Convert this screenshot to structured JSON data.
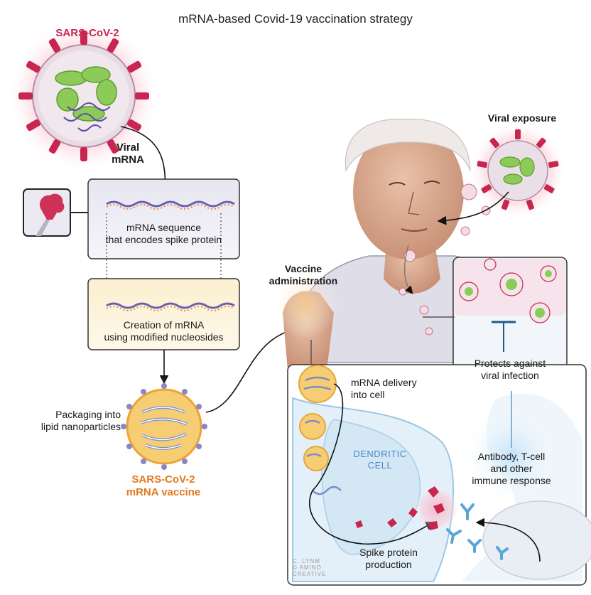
{
  "title": "mRNA-based Covid-19 vaccination strategy",
  "labels": {
    "sars_cov2": "SARS-CoV-2",
    "viral_mrna": "Viral\nmRNA",
    "mrna_sequence": "mRNA sequence\nthat encodes spike protein",
    "creation_mrna": "Creation of mRNA\nusing modified nucleosides",
    "packaging": "Packaging into\nlipid nanoparticles",
    "vaccine_name": "SARS-CoV-2\nmRNA vaccine",
    "viral_exposure": "Viral exposure",
    "vaccine_administration": "Vaccine\nadministration",
    "protects": "Protects against\nviral infection",
    "mrna_delivery": "mRNA delivery\ninto cell",
    "dendritic_cell": "DENDRITIC\nCELL",
    "immune_response": "Antibody, T-cell\nand other\nimmune response",
    "spike_production": "Spike protein\nproduction",
    "credit": "C. LYNM\n© AMINO\nCREATIVE"
  },
  "colors": {
    "spike": "#c8264e",
    "rna_coil": "#8dcb58",
    "nanoparticle": "#f3c25a",
    "vaccine_text": "#e07a1d",
    "cell_blue": "#9cc6e4",
    "antibody": "#5aa5d8"
  }
}
